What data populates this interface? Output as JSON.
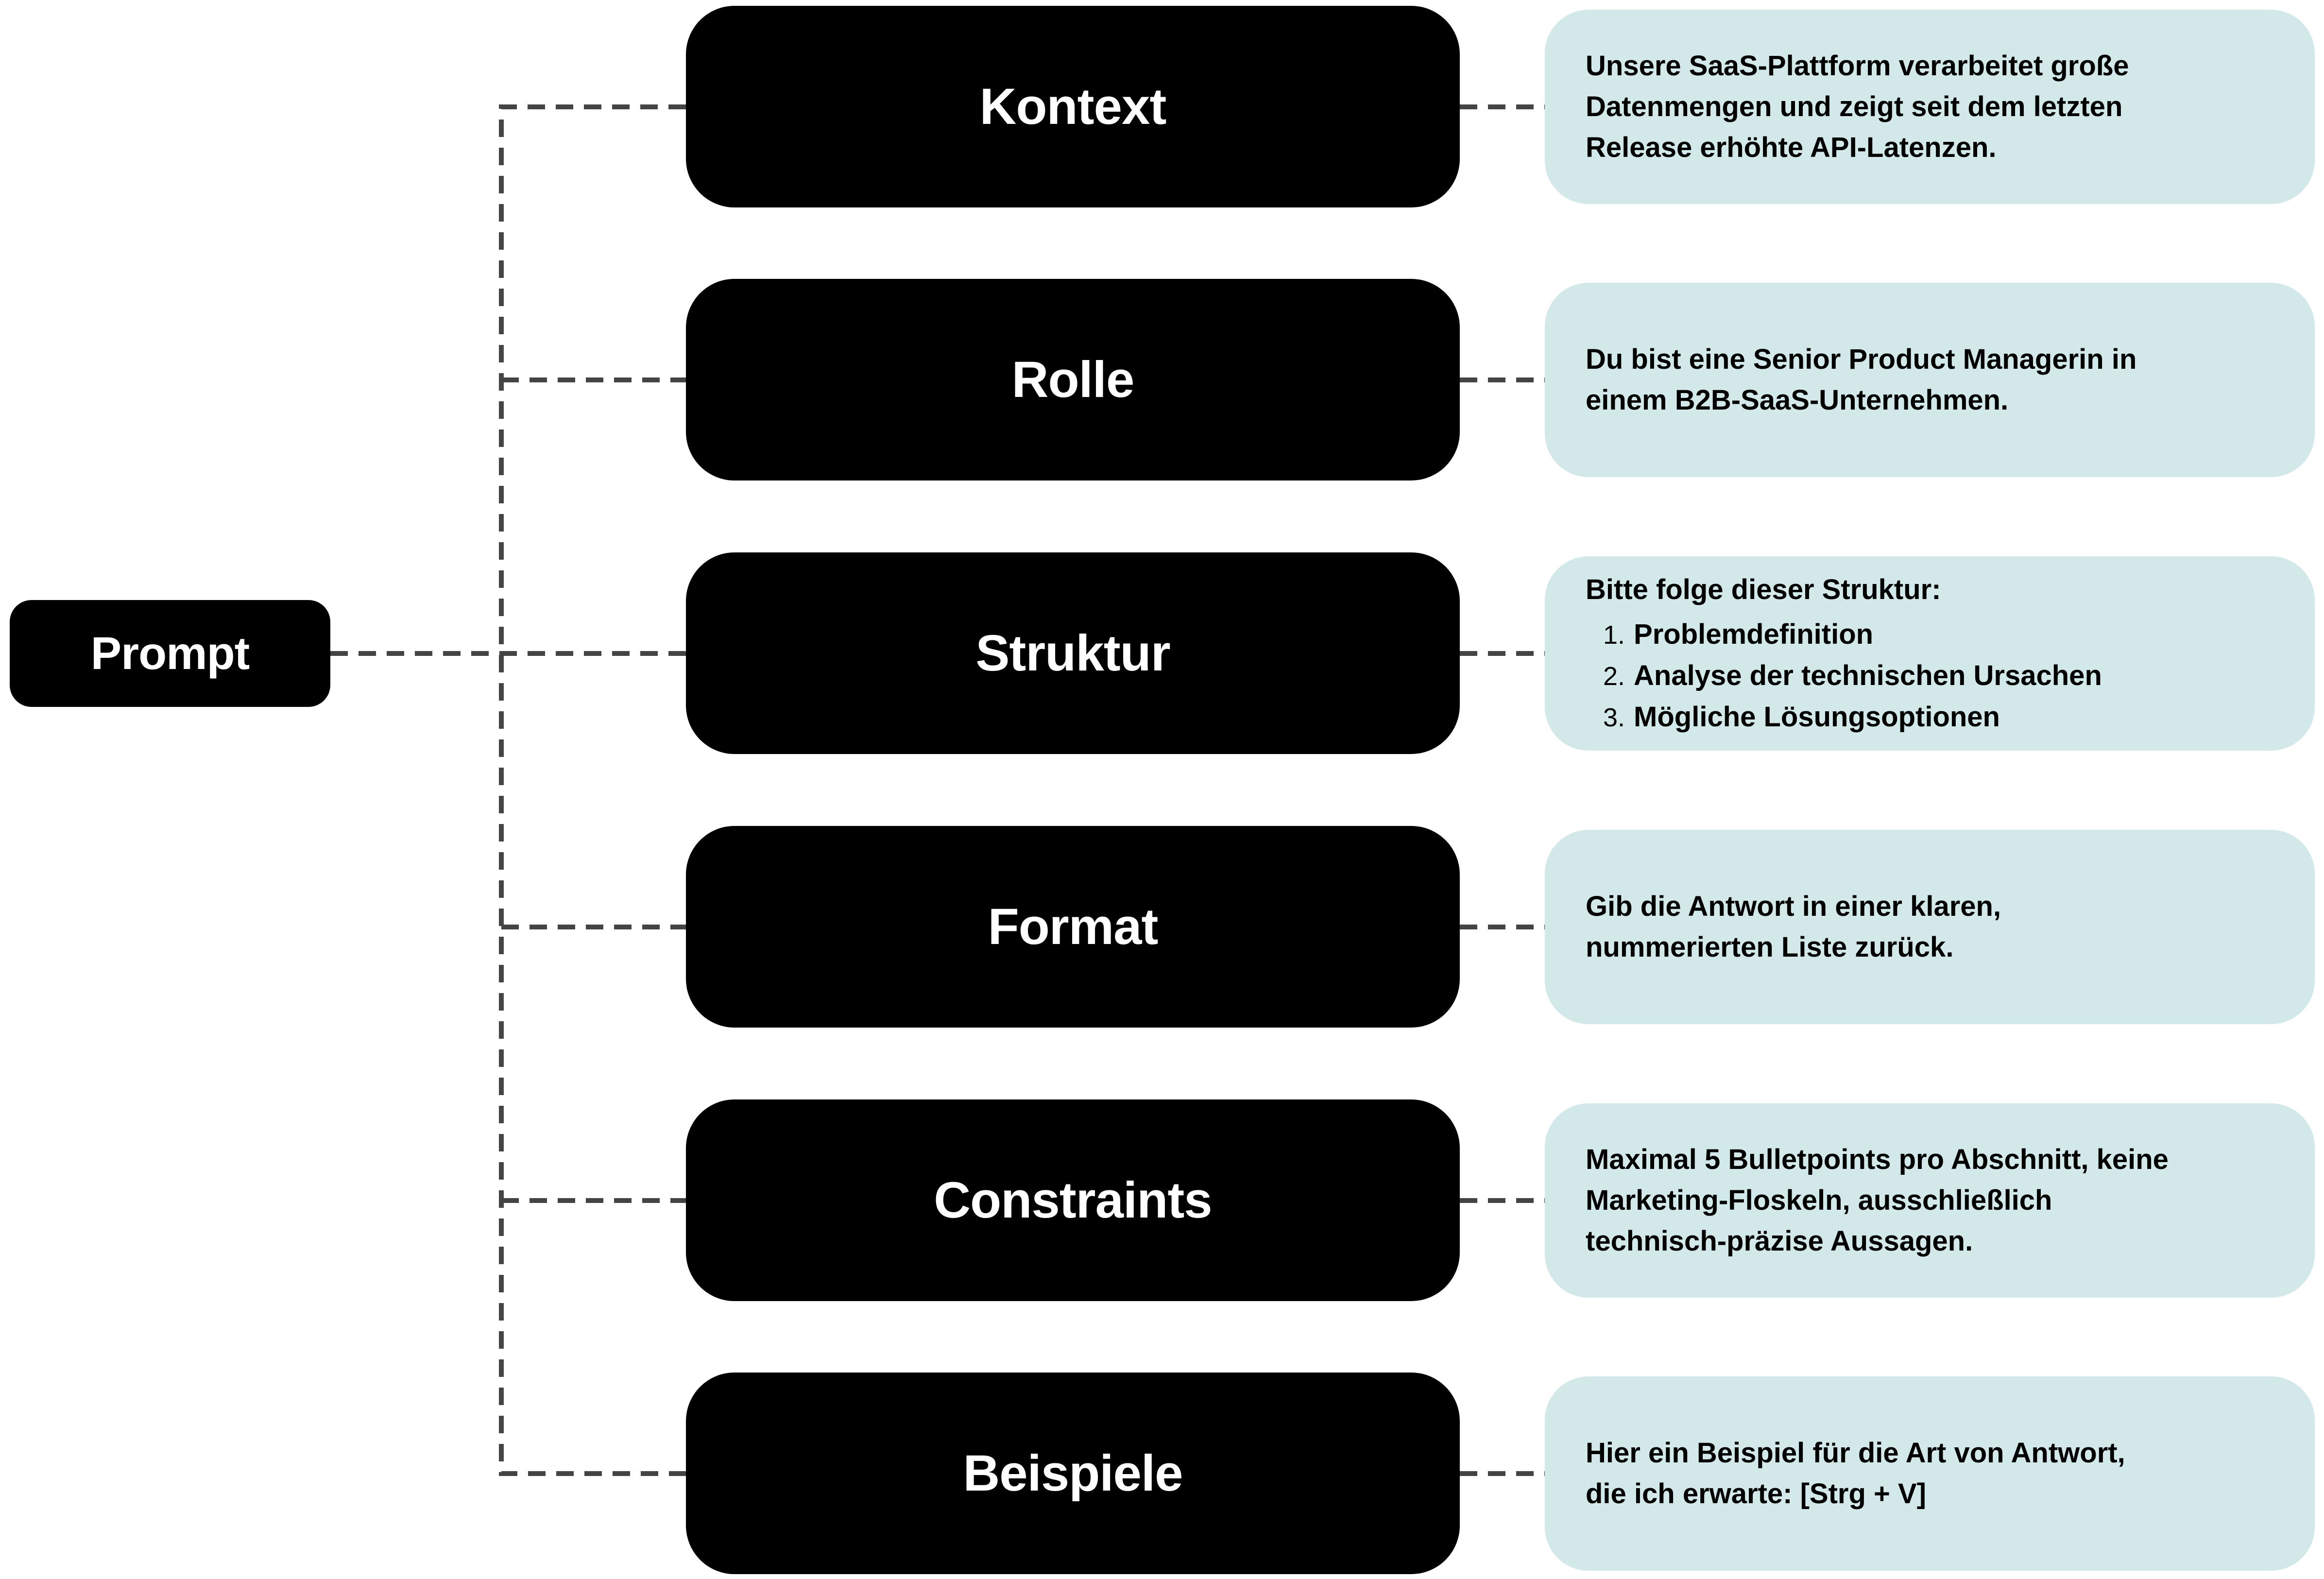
{
  "colors": {
    "node-bg": "#000000",
    "node-text": "#ffffff",
    "card-bg": "#d3e8e9",
    "card-text": "#000000",
    "connector": "#444444",
    "canvas-bg": "#ffffff"
  },
  "root": {
    "label": "Prompt"
  },
  "rows": [
    {
      "label": "Kontext",
      "description": "Unsere SaaS-Plattform verarbeitet große\nDatenmengen und zeigt seit dem letzten\nRelease erhöhte API-Latenzen."
    },
    {
      "label": "Rolle",
      "description": "Du bist eine Senior Product Managerin in\neinem B2B-SaaS-Unternehmen."
    },
    {
      "label": "Struktur",
      "list": {
        "intro": "Bitte folge dieser Struktur:",
        "items": [
          {
            "marker": "1.",
            "text": "Problemdefinition"
          },
          {
            "marker": "2.",
            "text": "Analyse der technischen Ursachen"
          },
          {
            "marker": "3.",
            "text": "Mögliche Lösungsoptionen"
          }
        ]
      }
    },
    {
      "label": "Format",
      "description": "Gib die Antwort in einer klaren,\nnummerierten Liste zurück."
    },
    {
      "label": "Constraints",
      "description": "Maximal 5 Bulletpoints pro Abschnitt, keine\nMarketing-Floskeln, ausschließlich\ntechnisch-präzise Aussagen."
    },
    {
      "label": "Beispiele",
      "description": "Hier ein Beispiel für die Art von Antwort,\ndie ich erwarte: [Strg + V]"
    }
  ]
}
